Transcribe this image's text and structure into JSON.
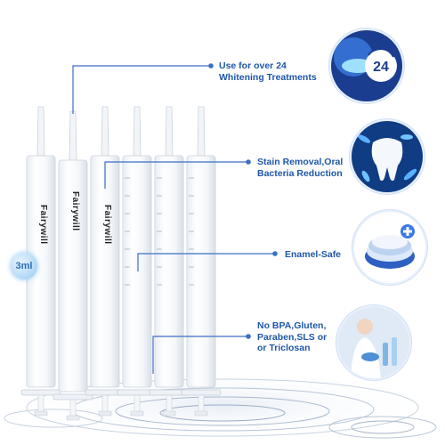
{
  "product": {
    "brand": "Fairywill",
    "volume_badge": "3ml",
    "syringe_count": 6
  },
  "features": [
    {
      "lines": [
        "Use for over 24",
        "Whitening Treatments"
      ],
      "icon": "24-hours-icon"
    },
    {
      "lines": [
        "Stain Removal,Oral",
        "Bacteria Reduction"
      ],
      "icon": "tooth-bacteria-icon"
    },
    {
      "lines": [
        "Enamel-Safe"
      ],
      "icon": "mouth-tray-icon"
    },
    {
      "lines": [
        "No BPA,Gluten,",
        "Paraben,SLS or",
        "or Triclosan"
      ],
      "icon": "lab-icon"
    }
  ],
  "icon_badge_text": "24",
  "colors": {
    "accent": "#1f57a8",
    "callout_line": "#3a6fc4",
    "badge": "#b9dcf7"
  }
}
